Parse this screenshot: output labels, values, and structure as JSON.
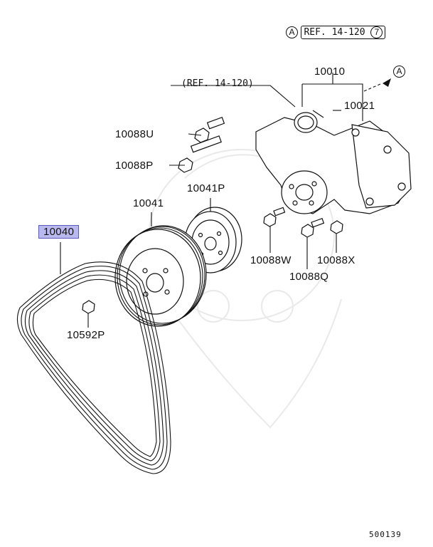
{
  "header": {
    "ref_marker": "A",
    "ref_text": "REF. 14-120",
    "ref_suffix": "7"
  },
  "callouts": {
    "ref_left": "(REF. 14-120)",
    "arrow_marker": "A"
  },
  "parts": [
    {
      "id": "10010",
      "label": "10010"
    },
    {
      "id": "10021",
      "label": "10021"
    },
    {
      "id": "10088U",
      "label": "10088U"
    },
    {
      "id": "10088P",
      "label": "10088P"
    },
    {
      "id": "10041P",
      "label": "10041P"
    },
    {
      "id": "10041",
      "label": "10041"
    },
    {
      "id": "10040",
      "label": "10040",
      "highlighted": true
    },
    {
      "id": "10088W",
      "label": "10088W"
    },
    {
      "id": "10088X",
      "label": "10088X"
    },
    {
      "id": "10088Q",
      "label": "10088Q"
    },
    {
      "id": "10592P",
      "label": "10592P"
    }
  ],
  "footer": {
    "diagram_number": "500139"
  },
  "colors": {
    "highlight_fill": "#b9b9ee",
    "highlight_border": "#5a5ab8",
    "line": "#111111"
  }
}
